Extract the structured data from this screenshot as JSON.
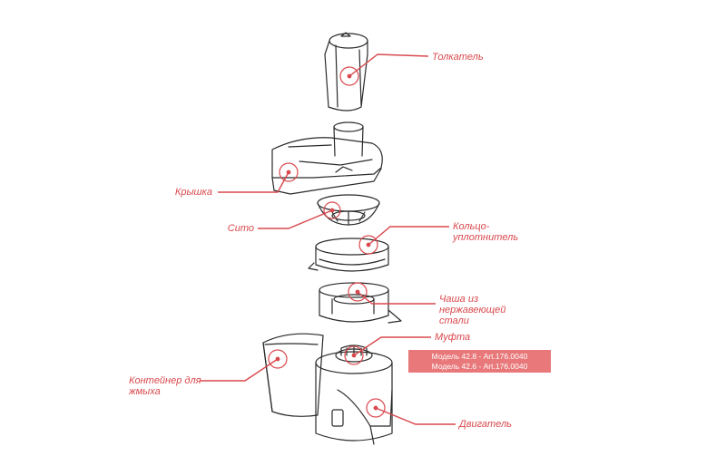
{
  "accent_color": "#d9484d",
  "model_box_color": "#e8787a",
  "parts": [
    {
      "id": "pusher",
      "label": "Толкатель"
    },
    {
      "id": "lid",
      "label": "Крышка"
    },
    {
      "id": "sieve",
      "label": "Сито"
    },
    {
      "id": "seal",
      "label": "Кольцо-\nуплотнитель"
    },
    {
      "id": "bowl",
      "label": "Чаша из\nнержавеющей\nстали"
    },
    {
      "id": "coupling",
      "label": "Муфта"
    },
    {
      "id": "pulp",
      "label": "Контейнер для\nжмыха"
    },
    {
      "id": "motor",
      "label": "Двигатель"
    }
  ],
  "models": [
    "Модель 42.8 - Art.176.0040",
    "Модель 42.6 - Art.176.0040"
  ]
}
